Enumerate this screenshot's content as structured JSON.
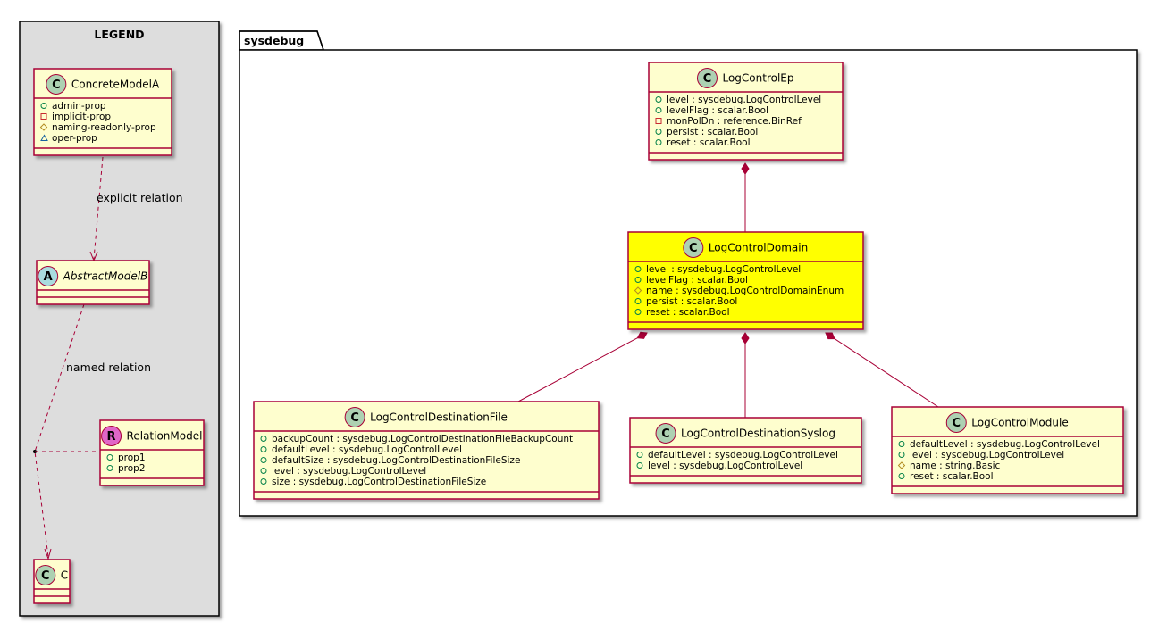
{
  "colors": {
    "class_fill": "#FEFECE",
    "class_border": "#A80036",
    "highlight_fill": "#FFFF00",
    "edge": "#A80036",
    "legend_fill": "#DDDDDD",
    "spot_class": "#ADD1B2",
    "spot_abstract": "#A9DCDF",
    "spot_relation": "#E066C8"
  },
  "legend": {
    "title": "LEGEND",
    "concrete_model": {
      "spot": "C",
      "name": "ConcreteModelA",
      "attributes": [
        {
          "visibility": "public",
          "text": "admin-prop"
        },
        {
          "visibility": "private",
          "text": "implicit-prop"
        },
        {
          "visibility": "protected",
          "text": "naming-readonly-prop"
        },
        {
          "visibility": "package",
          "text": "oper-prop"
        }
      ]
    },
    "abstract_model": {
      "spot": "A",
      "name": "AbstractModelB"
    },
    "relation_model": {
      "spot": "R",
      "name": "RelationModel",
      "attributes": [
        {
          "visibility": "public",
          "text": "prop1"
        },
        {
          "visibility": "public",
          "text": "prop2"
        }
      ]
    },
    "target_model": {
      "spot": "C",
      "name": "C"
    },
    "explicit_relation_label": "explicit relation",
    "named_relation_label": "named relation"
  },
  "package": {
    "name": "sysdebug",
    "classes": [
      {
        "id": "LogControlEp",
        "spot": "C",
        "name": "LogControlEp",
        "highlighted": false,
        "attributes": [
          {
            "visibility": "public",
            "text": "level : sysdebug.LogControlLevel"
          },
          {
            "visibility": "public",
            "text": "levelFlag : scalar.Bool"
          },
          {
            "visibility": "private",
            "text": "monPolDn : reference.BinRef"
          },
          {
            "visibility": "public",
            "text": "persist : scalar.Bool"
          },
          {
            "visibility": "public",
            "text": "reset : scalar.Bool"
          }
        ]
      },
      {
        "id": "LogControlDomain",
        "spot": "C",
        "name": "LogControlDomain",
        "highlighted": true,
        "attributes": [
          {
            "visibility": "public",
            "text": "level : sysdebug.LogControlLevel"
          },
          {
            "visibility": "public",
            "text": "levelFlag : scalar.Bool"
          },
          {
            "visibility": "protected",
            "text": "name : sysdebug.LogControlDomainEnum"
          },
          {
            "visibility": "public",
            "text": "persist : scalar.Bool"
          },
          {
            "visibility": "public",
            "text": "reset : scalar.Bool"
          }
        ]
      },
      {
        "id": "LogControlDestinationFile",
        "spot": "C",
        "name": "LogControlDestinationFile",
        "highlighted": false,
        "attributes": [
          {
            "visibility": "public",
            "text": "backupCount : sysdebug.LogControlDestinationFileBackupCount"
          },
          {
            "visibility": "public",
            "text": "defaultLevel : sysdebug.LogControlLevel"
          },
          {
            "visibility": "public",
            "text": "defaultSize : sysdebug.LogControlDestinationFileSize"
          },
          {
            "visibility": "public",
            "text": "level : sysdebug.LogControlLevel"
          },
          {
            "visibility": "public",
            "text": "size : sysdebug.LogControlDestinationFileSize"
          }
        ]
      },
      {
        "id": "LogControlDestinationSyslog",
        "spot": "C",
        "name": "LogControlDestinationSyslog",
        "highlighted": false,
        "attributes": [
          {
            "visibility": "public",
            "text": "defaultLevel : sysdebug.LogControlLevel"
          },
          {
            "visibility": "public",
            "text": "level : sysdebug.LogControlLevel"
          }
        ]
      },
      {
        "id": "LogControlModule",
        "spot": "C",
        "name": "LogControlModule",
        "highlighted": false,
        "attributes": [
          {
            "visibility": "public",
            "text": "defaultLevel : sysdebug.LogControlLevel"
          },
          {
            "visibility": "public",
            "text": "level : sysdebug.LogControlLevel"
          },
          {
            "visibility": "protected",
            "text": "name : string.Basic"
          },
          {
            "visibility": "public",
            "text": "reset : scalar.Bool"
          }
        ]
      }
    ],
    "relations": [
      {
        "from": "LogControlEp",
        "to": "LogControlDomain",
        "type": "composition"
      },
      {
        "from": "LogControlDomain",
        "to": "LogControlDestinationFile",
        "type": "composition"
      },
      {
        "from": "LogControlDomain",
        "to": "LogControlDestinationSyslog",
        "type": "composition"
      },
      {
        "from": "LogControlDomain",
        "to": "LogControlModule",
        "type": "composition"
      }
    ]
  }
}
